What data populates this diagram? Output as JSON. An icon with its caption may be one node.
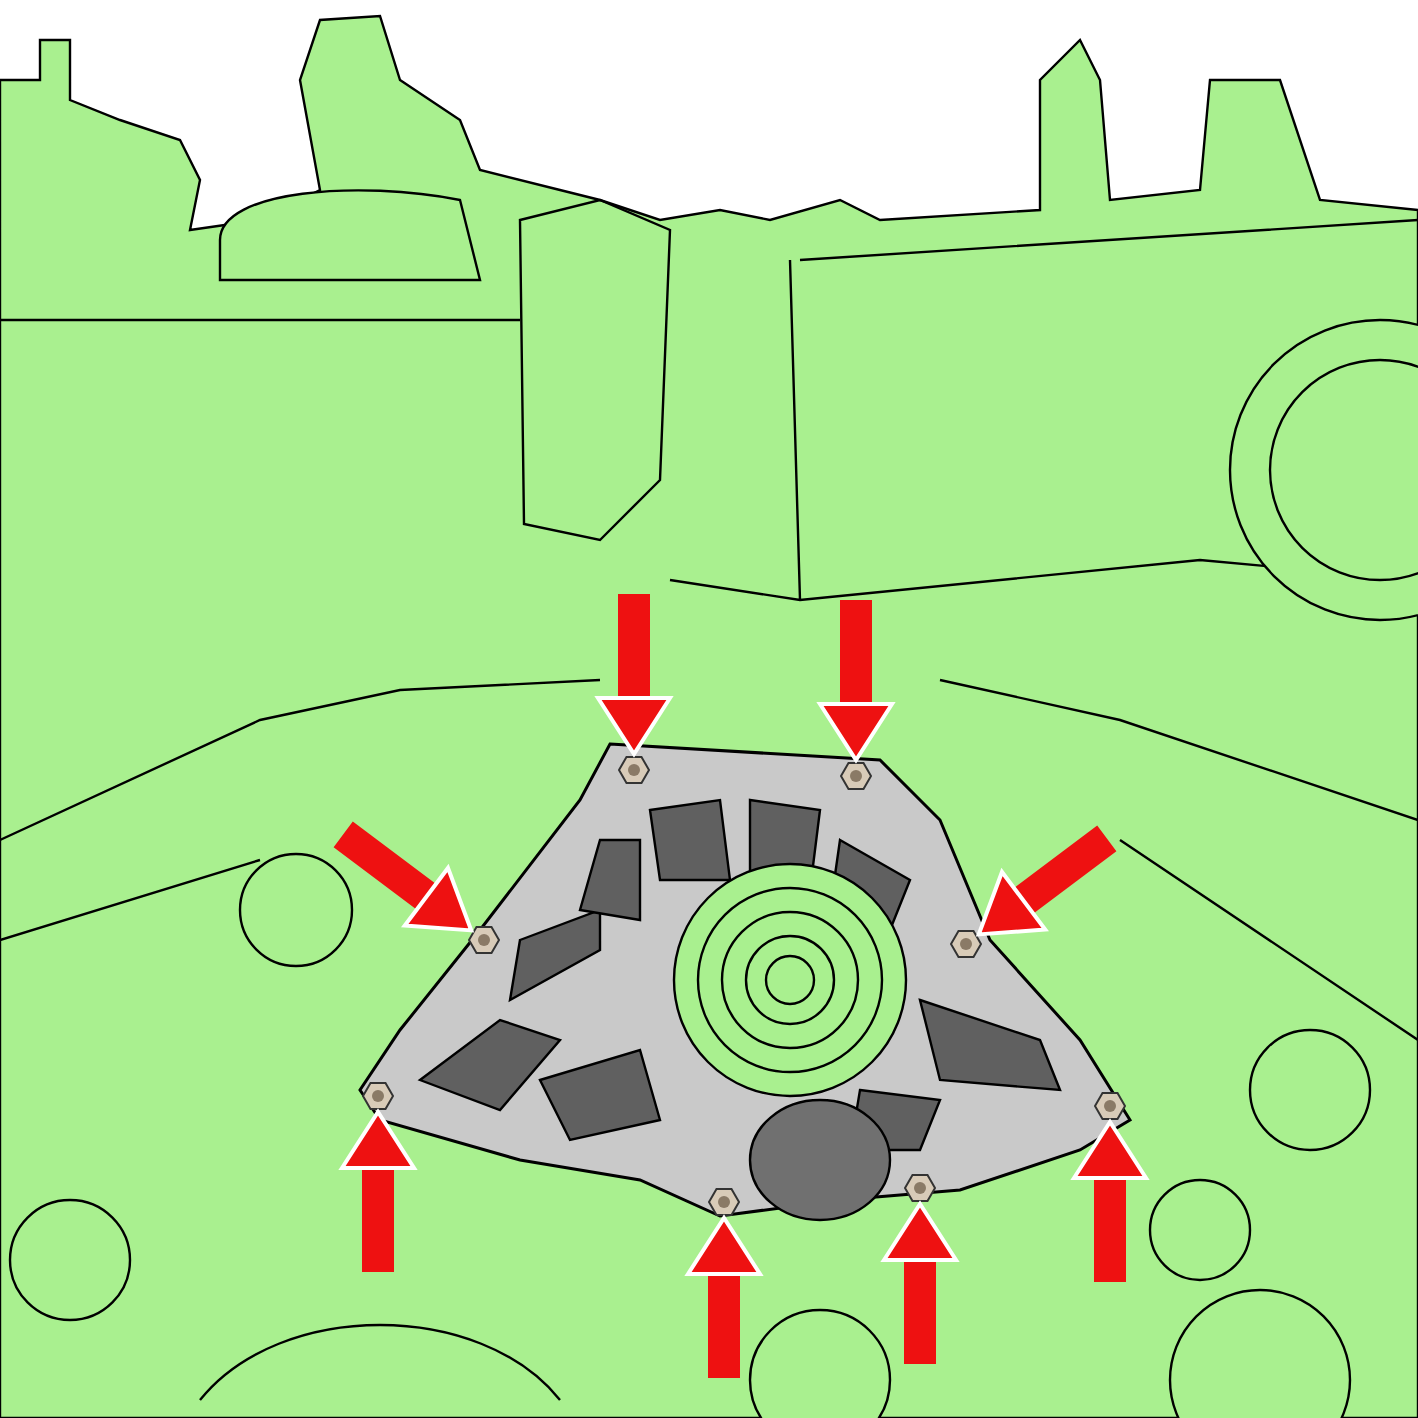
{
  "diagram": {
    "nodes": [
      {
        "text": [],
        "shape": "hexagon"
      },
      {
        "text": [],
        "shape": "hexagon"
      },
      {
        "text": [],
        "shape": "hexagon"
      },
      {
        "text": [],
        "shape": "hexagon"
      },
      {
        "text": [],
        "shape": "hexagon"
      },
      {
        "text": [],
        "shape": "hexagon"
      },
      {
        "text": [],
        "shape": "hexagon"
      },
      {
        "text": [],
        "shape": "hexagon"
      }
    ],
    "edges": [
      {
        "from": null,
        "to": 0,
        "arrow": "to"
      },
      {
        "from": null,
        "to": 1,
        "arrow": "to"
      },
      {
        "from": null,
        "to": 2,
        "arrow": "to"
      },
      {
        "from": null,
        "to": 3,
        "arrow": "to"
      },
      {
        "from": null,
        "to": 4,
        "arrow": "to"
      },
      {
        "from": null,
        "to": 5,
        "arrow": "to"
      },
      {
        "from": null,
        "to": 6,
        "arrow": "to"
      },
      {
        "from": null,
        "to": 7,
        "arrow": "to"
      }
    ]
  }
}
